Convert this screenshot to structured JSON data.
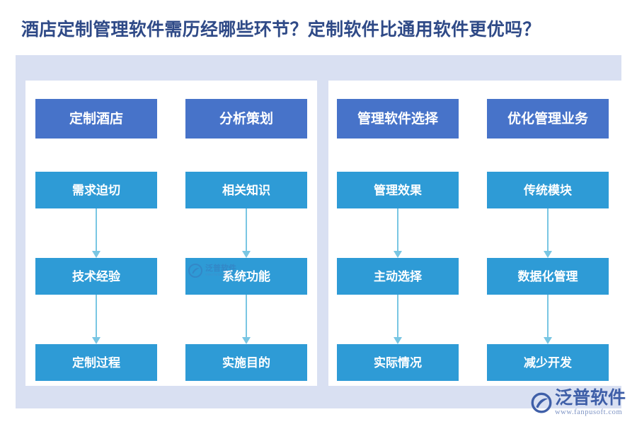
{
  "page": {
    "title": "酒店定制管理软件需历经哪些环节？定制软件比通用软件更优吗？",
    "title_color": "#2f4a87",
    "background": "#ffffff"
  },
  "theme": {
    "panel_outer_bg": "#d9e0f2",
    "panel_inner_bg": "#ffffff",
    "header_box_color": "#4773c9",
    "step_box_color": "#2e9bd6",
    "arrow_color": "#79c6e3",
    "box_text_color": "#ffffff"
  },
  "chart_data": {
    "type": "diagram",
    "diagram_kind": "flowchart-columns",
    "title": "酒店定制管理软件需历经哪些环节？定制软件比通用软件更优吗？",
    "panels": [
      {
        "name": "panel-left",
        "columns": [
          {
            "header": "定制酒店",
            "steps": [
              "需求迫切",
              "技术经验",
              "定制过程"
            ],
            "arrows": [
              "需求迫切→技术经验",
              "技术经验→定制过程"
            ]
          },
          {
            "header": "分析策划",
            "steps": [
              "相关知识",
              "系统功能",
              "实施目的"
            ],
            "arrows": [
              "相关知识→系统功能",
              "系统功能→实施目的"
            ]
          }
        ]
      },
      {
        "name": "panel-right",
        "columns": [
          {
            "header": "管理软件选择",
            "steps": [
              "管理效果",
              "主动选择",
              "实际情况"
            ],
            "arrows": [
              "管理效果→主动选择",
              "主动选择→实际情况"
            ]
          },
          {
            "header": "优化管理业务",
            "steps": [
              "传统模块",
              "数据化管理",
              "减少开发"
            ],
            "arrows": [
              "传统模块→数据化管理",
              "数据化管理→减少开发"
            ]
          }
        ]
      }
    ]
  },
  "watermark": {
    "name": "泛普软件",
    "url": "www.fanpusoft.com"
  },
  "brand": {
    "name": "泛普软件",
    "url": "www.fanpusoft.com"
  }
}
